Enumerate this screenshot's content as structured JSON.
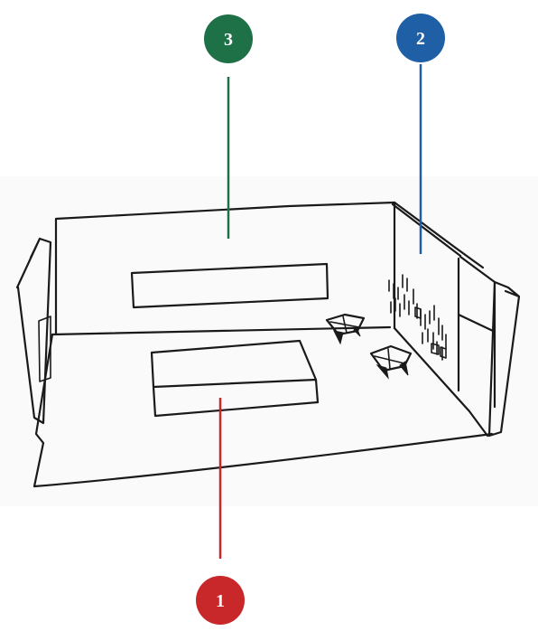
{
  "markers": [
    {
      "id": "marker-3",
      "label": "3",
      "color": "#1e7046"
    },
    {
      "id": "marker-2",
      "label": "2",
      "color": "#1f5fa5"
    },
    {
      "id": "marker-1",
      "label": "1",
      "color": "#c8282a"
    }
  ]
}
